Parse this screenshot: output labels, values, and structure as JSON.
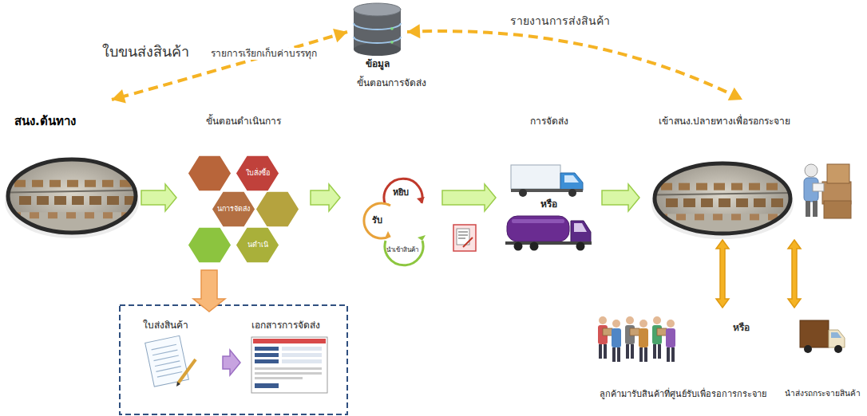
{
  "diagram": {
    "nodes": [
      {
        "text": [
          "ข้อมูล"
        ]
      },
      {
        "text": [
          "สนง.ต้นทาง"
        ]
      },
      {
        "text": [
          "ขั้นตอนดำเนินการ"
        ]
      },
      {
        "text": [
          "ใบสั่งซื้อ"
        ],
        "in": 2
      },
      {
        "text": [
          "นการจัดส่ง"
        ],
        "in": 2
      },
      {
        "text": [
          "นดำเนิ"
        ],
        "in": 2
      },
      {
        "text": [
          "ขั้นตอนการจัดส่ง",
          "หยิบ",
          "รับ",
          "นำเข้าสินค้า"
        ]
      },
      {
        "text": [
          "การจัดส่ง",
          "หรือ"
        ]
      },
      {
        "text": [
          "เข้าสนง.ปลายทางเพื่อรอกระจาย"
        ]
      },
      {
        "text": [
          "ใบส่งสินค้า"
        ]
      },
      {
        "text": [
          "เอกสารการจัดส่ง"
        ]
      },
      {
        "text": [
          "ลูกค้ามารับสินค้าที่ศูนย์รับเพื่อรอการกระจาย"
        ]
      },
      {
        "text": [
          "นำส่งรถกระจายสินค้า"
        ]
      }
    ],
    "edges": [
      {
        "from": 1,
        "to": 2,
        "arrow": "to"
      },
      {
        "from": 2,
        "to": 6,
        "arrow": "to"
      },
      {
        "from": 6,
        "to": 7,
        "arrow": "to"
      },
      {
        "from": 7,
        "to": 8,
        "arrow": "to"
      },
      {
        "from": 2,
        "to": 9,
        "arrow": "to"
      },
      {
        "from": 9,
        "to": 10,
        "arrow": "to"
      },
      {
        "from": 0,
        "to": 1,
        "label": "ใบขนส่งสินค้า",
        "arrow": "both"
      },
      {
        "from": 0,
        "to": 8,
        "label": "รายงานการส่งสินค้า",
        "arrow": "both"
      },
      {
        "from": 8,
        "to": 11,
        "arrow": "both"
      },
      {
        "from": 8,
        "to": 12,
        "arrow": "both"
      }
    ],
    "labels": [
      "รายการเรียกเก็บค่าบรรทุก",
      "หรือ"
    ]
  }
}
